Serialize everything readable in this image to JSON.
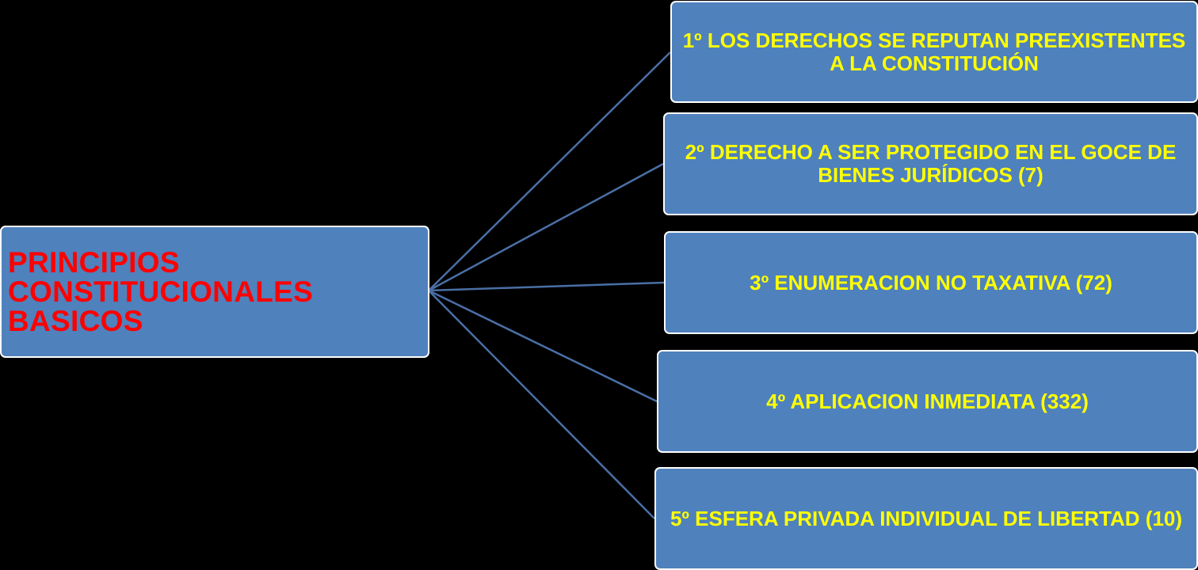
{
  "root": {
    "label": "PRINCIPIOS\nCONSTITUCIONALES\nBASICOS"
  },
  "branches": [
    {
      "label": "1º LOS DERECHOS SE REPUTAN PREEXISTENTES A LA CONSTITUCIÓN"
    },
    {
      "label": "2º DERECHO A SER PROTEGIDO EN EL GOCE DE BIENES JURÍDICOS (7)"
    },
    {
      "label": "3º ENUMERACION NO TAXATIVA (72)"
    },
    {
      "label": "4º APLICACION INMEDIATA (332)"
    },
    {
      "label": "5º ESFERA PRIVADA INDIVIDUAL DE LIBERTAD (10)"
    }
  ],
  "colors": {
    "background": "#000000",
    "box_fill": "#4f81bd",
    "box_border": "#ffffff",
    "root_text": "#ff0000",
    "branch_text": "#ffff00",
    "connector": "#4a6fa5"
  }
}
